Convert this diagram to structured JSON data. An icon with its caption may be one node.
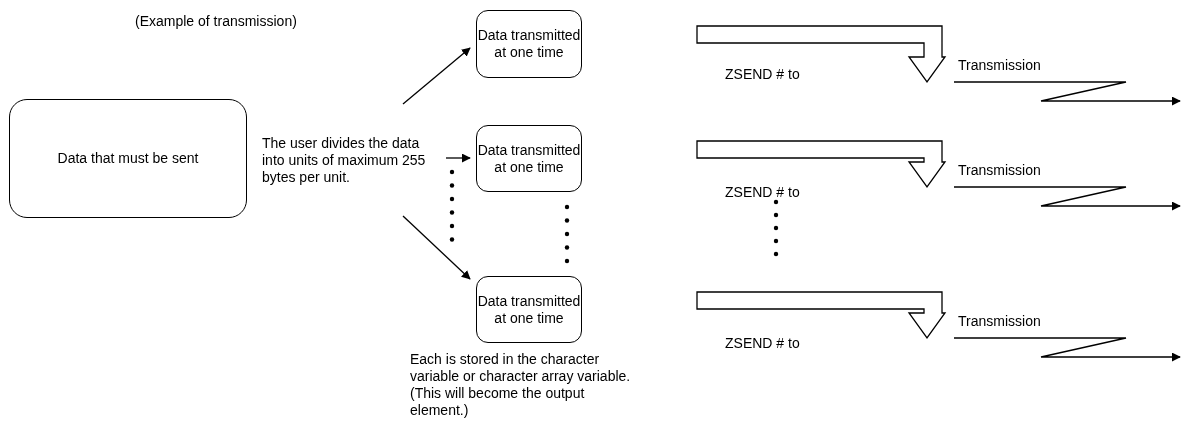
{
  "diagram": {
    "nodes": [
      {
        "text": [
          "Data that must be sent"
        ]
      },
      {
        "text": [
          "The user divides the data into units of maximum 255 bytes per unit."
        ]
      },
      {
        "text": [
          "Data transmitted at one time"
        ]
      },
      {
        "text": [
          "Data transmitted at one time"
        ]
      },
      {
        "text": [
          "Data transmitted at one time"
        ]
      },
      {
        "text": [
          "Transmission"
        ]
      },
      {
        "text": [
          "Transmission"
        ]
      },
      {
        "text": [
          "Transmission"
        ]
      }
    ],
    "edges": [
      {
        "from": 1,
        "to": 2,
        "arrow": "to"
      },
      {
        "from": 1,
        "to": 3,
        "arrow": "to"
      },
      {
        "from": 1,
        "to": 4,
        "arrow": "to"
      },
      {
        "from": 2,
        "to": 5,
        "arrow": "to",
        "label": "ZSEND # to",
        "style": "thick"
      },
      {
        "from": 3,
        "to": 6,
        "arrow": "to",
        "label": "ZSEND # to",
        "style": "thick"
      },
      {
        "from": 4,
        "to": 7,
        "arrow": "to",
        "label": "ZSEND # to",
        "style": "thick"
      },
      {
        "from": 5,
        "to": null,
        "arrow": "to"
      },
      {
        "from": 6,
        "to": null,
        "arrow": "to"
      },
      {
        "from": 7,
        "to": null,
        "arrow": "to"
      }
    ],
    "labels": [
      "(Example of transmission)",
      "Each is stored in the character variable or character array variable. (This will become the output element.)"
    ]
  }
}
